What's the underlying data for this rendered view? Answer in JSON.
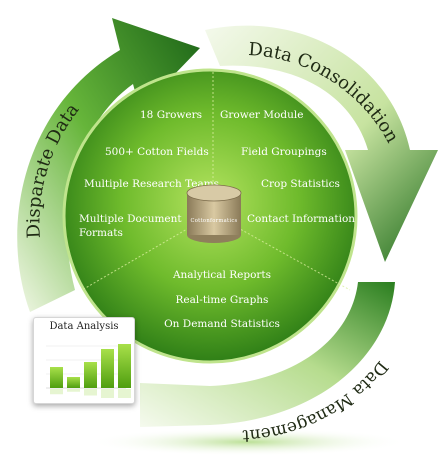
{
  "outer_labels": {
    "left": "Disparate Data",
    "top_right": "Data Consolidation",
    "bottom": "Data Management"
  },
  "left_sector": [
    "18 Growers",
    "500+ Cotton Fields",
    "Multiple Research Teams",
    "Multiple Document",
    "Formats"
  ],
  "right_sector": [
    "Grower Module",
    "Field Groupings",
    "Crop Statistics",
    "Contact Information"
  ],
  "bottom_sector": [
    "Analytical Reports",
    "Real-time Graphs",
    "On Demand Statistics"
  ],
  "center_database": "Cottonformatics",
  "analysis_card": {
    "title": "Data Analysis",
    "bars": [
      0.42,
      0.22,
      0.52,
      0.78,
      0.88
    ]
  },
  "colors": {
    "arrow_dark": "#1e6a1a",
    "arrow_light": "#e8f3d8",
    "circle_center": "#a7dc52",
    "circle_edge": "#2e7d18",
    "bar_green": "#74c417"
  }
}
